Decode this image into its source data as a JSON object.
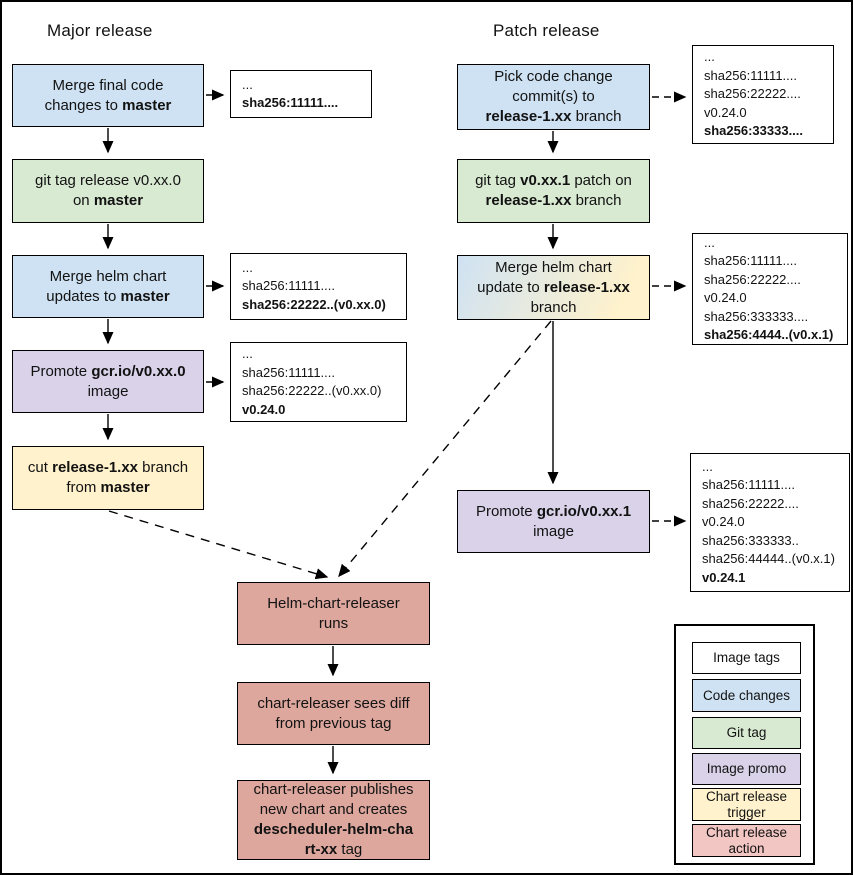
{
  "headings": {
    "major": "Major release",
    "patch": "Patch release"
  },
  "colors": {
    "code_changes": "#cfe2f3",
    "git_tag": "#d9ead3",
    "image_promo": "#d9d2e9",
    "chart_release_trigger": "#fff2cc",
    "chart_release_action": "#dda79e",
    "image_tags": "#ffffff",
    "line": "#000000"
  },
  "flow": {
    "l1": [
      [
        {
          "t": "Merge final code"
        }
      ],
      [
        {
          "t": "changes to "
        },
        {
          "t": "master",
          "b": true
        }
      ]
    ],
    "l2": [
      [
        {
          "t": "git tag release v0.xx.0"
        }
      ],
      [
        {
          "t": "on "
        },
        {
          "t": "master",
          "b": true
        }
      ]
    ],
    "l3": [
      [
        {
          "t": "Merge helm chart"
        }
      ],
      [
        {
          "t": "updates to "
        },
        {
          "t": "master",
          "b": true
        }
      ]
    ],
    "l4": [
      [
        {
          "t": "Promote "
        },
        {
          "t": "gcr.io/v0.xx.0",
          "b": true
        }
      ],
      [
        {
          "t": "image"
        }
      ]
    ],
    "l5": [
      [
        {
          "t": "cut "
        },
        {
          "t": "release-1.xx",
          "b": true
        },
        {
          "t": " branch"
        }
      ],
      [
        {
          "t": "from "
        },
        {
          "t": "master",
          "b": true
        }
      ]
    ],
    "r1": [
      [
        {
          "t": "Pick code change"
        }
      ],
      [
        {
          "t": "commit(s) to"
        }
      ],
      [
        {
          "t": "release-1.xx",
          "b": true
        },
        {
          "t": " branch"
        }
      ]
    ],
    "r2": [
      [
        {
          "t": "git tag "
        },
        {
          "t": "v0.xx.1",
          "b": true
        },
        {
          "t": " patch on"
        }
      ],
      [
        {
          "t": "release-1.xx",
          "b": true
        },
        {
          "t": " branch"
        }
      ]
    ],
    "r3": [
      [
        {
          "t": "Merge helm chart"
        }
      ],
      [
        {
          "t": "update to "
        },
        {
          "t": "release-1.xx",
          "b": true
        }
      ],
      [
        {
          "t": "branch"
        }
      ]
    ],
    "r4": [
      [
        {
          "t": "Promote "
        },
        {
          "t": "gcr.io/v0.xx.1",
          "b": true
        }
      ],
      [
        {
          "t": "image"
        }
      ]
    ],
    "c1": [
      [
        {
          "t": "Helm-chart-releaser"
        }
      ],
      [
        {
          "t": "runs"
        }
      ]
    ],
    "c2": [
      [
        {
          "t": "chart-releaser sees diff"
        }
      ],
      [
        {
          "t": "from previous tag"
        }
      ]
    ],
    "c3": [
      [
        {
          "t": "chart-releaser publishes"
        }
      ],
      [
        {
          "t": "new chart and creates"
        }
      ],
      [
        {
          "t": "descheduler-helm-cha",
          "b": true
        }
      ],
      [
        {
          "t": "rt-xx",
          "b": true
        },
        {
          "t": " tag"
        }
      ]
    ]
  },
  "sha": {
    "s1": [
      [
        {
          "t": "..."
        }
      ],
      [
        {
          "t": "sha256:11111....",
          "b": true
        }
      ]
    ],
    "s2": [
      [
        {
          "t": "..."
        }
      ],
      [
        {
          "t": "sha256:11111...."
        }
      ],
      [
        {
          "t": "sha256:22222..(v0.xx.0)",
          "b": true
        }
      ]
    ],
    "s3": [
      [
        {
          "t": "..."
        }
      ],
      [
        {
          "t": "sha256:11111...."
        }
      ],
      [
        {
          "t": "sha256:22222..(v0.xx.0)"
        }
      ],
      [
        {
          "t": "v0.24.0",
          "b": true
        }
      ]
    ],
    "s4": [
      [
        {
          "t": "..."
        }
      ],
      [
        {
          "t": "sha256:11111...."
        }
      ],
      [
        {
          "t": "sha256:22222...."
        }
      ],
      [
        {
          "t": "v0.24.0"
        }
      ],
      [
        {
          "t": "sha256:33333....",
          "b": true
        }
      ]
    ],
    "s5": [
      [
        {
          "t": "..."
        }
      ],
      [
        {
          "t": "sha256:11111...."
        }
      ],
      [
        {
          "t": "sha256:22222...."
        }
      ],
      [
        {
          "t": "v0.24.0"
        }
      ],
      [
        {
          "t": "sha256:333333...."
        }
      ],
      [
        {
          "t": "sha256:4444..(v0.x.1)",
          "b": true
        }
      ]
    ],
    "s6": [
      [
        {
          "t": "..."
        }
      ],
      [
        {
          "t": "sha256:11111...."
        }
      ],
      [
        {
          "t": "sha256:22222...."
        }
      ],
      [
        {
          "t": "v0.24.0"
        }
      ],
      [
        {
          "t": "sha256:333333.."
        }
      ],
      [
        {
          "t": "sha256:44444..(v0.x.1)"
        }
      ],
      [
        {
          "t": "v0.24.1",
          "b": true
        }
      ]
    ]
  },
  "legend": {
    "items": [
      {
        "label": "Image tags",
        "color": "#ffffff"
      },
      {
        "label": "Code changes",
        "color": "#cfe2f3"
      },
      {
        "label": "Git tag",
        "color": "#d9ead3"
      },
      {
        "label": "Image promo",
        "color": "#d9d2e9"
      },
      {
        "label": "Chart release trigger",
        "color": "#fff2cc"
      },
      {
        "label": "Chart release action",
        "color": "#f2c6c2"
      }
    ]
  }
}
